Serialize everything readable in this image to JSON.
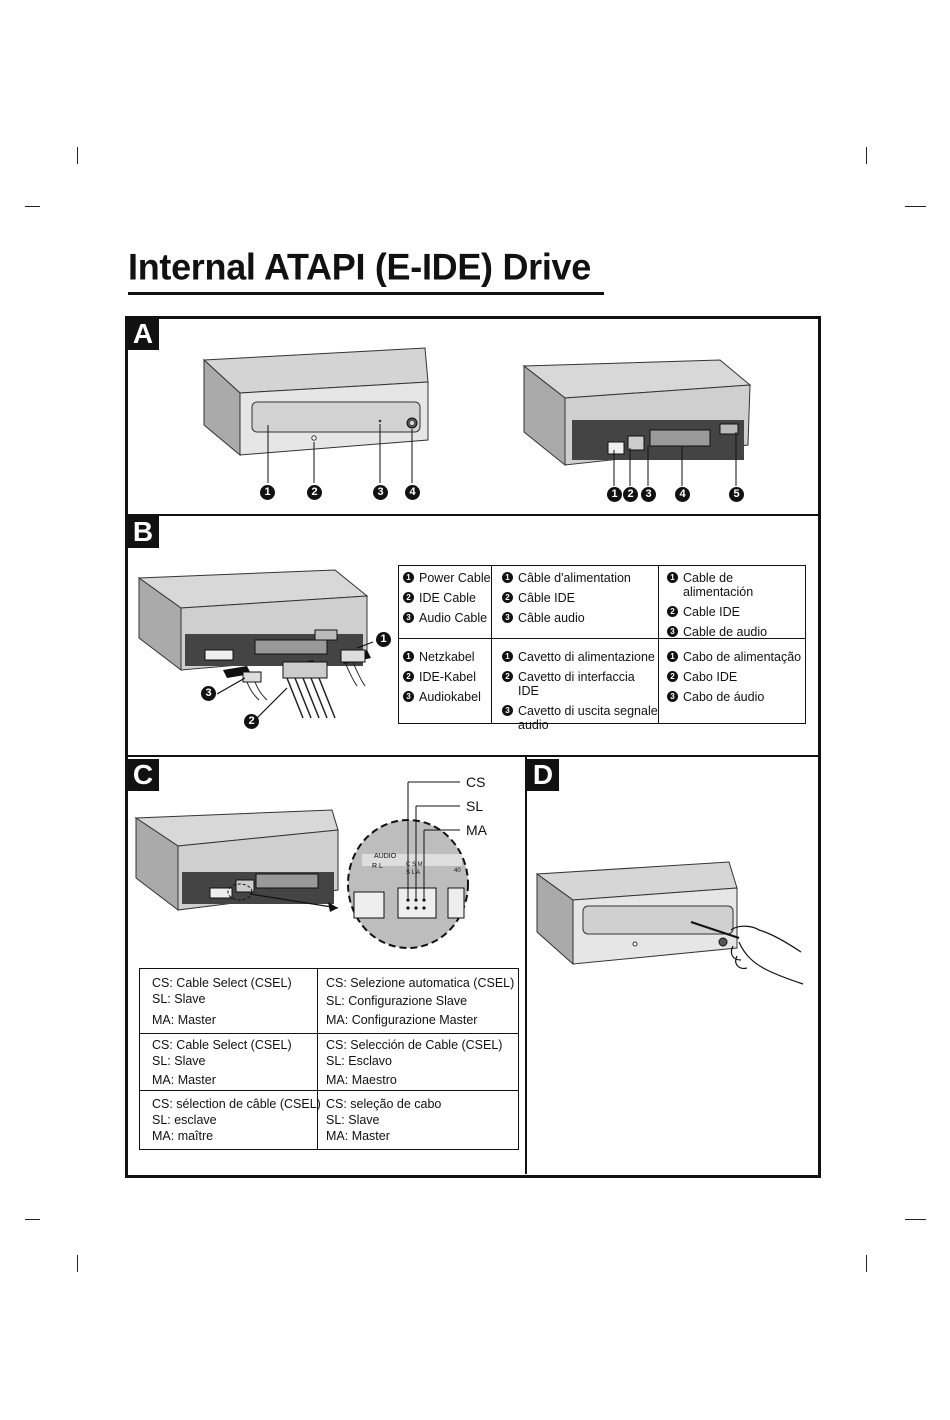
{
  "title": "Internal ATAPI (E-IDE) Drive",
  "sections": {
    "a": "A",
    "b": "B",
    "c": "C",
    "d": "D"
  },
  "callouts": {
    "n1": "1",
    "n2": "2",
    "n3": "3",
    "n4": "4",
    "n5": "5"
  },
  "cable_table": [
    {
      "cols": [
        [
          "Power Cable",
          "IDE Cable",
          "Audio Cable"
        ],
        [
          "Câble d'alimentation",
          "Câble IDE",
          "Câble audio"
        ],
        [
          "Cable de alimentación",
          "Cable IDE",
          "Cable de audio"
        ]
      ]
    },
    {
      "cols": [
        [
          "Netzkabel",
          "IDE-Kabel",
          "Audiokabel"
        ],
        [
          "Cavetto di alimentazione",
          "Cavetto di interfaccia IDE",
          "Cavetto di uscita segnale audio"
        ],
        [
          "Cabo de alimentação",
          "Cabo IDE",
          "Cabo de áudio"
        ]
      ]
    }
  ],
  "jumper_labels": {
    "cs": "CS",
    "sl": "SL",
    "ma": "MA"
  },
  "connector_print": {
    "audio": "AUDIO",
    "lr": "R L",
    "pins_top": "C S M",
    "pins_bottom": "S L A",
    "ide": "40"
  },
  "jumper_table": [
    [
      [
        "CS: Cable Select (CSEL)",
        "SL: Slave",
        "MA: Master"
      ],
      [
        "CS: Selezione automatica (CSEL)",
        "SL: Configurazione Slave",
        "MA: Configurazione Master"
      ]
    ],
    [
      [
        "CS: Cable Select (CSEL)",
        "SL: Slave",
        "MA: Master"
      ],
      [
        "CS: Selección de Cable (CSEL)",
        "SL: Esclavo",
        "MA: Maestro"
      ]
    ],
    [
      [
        "CS: sélection de câble (CSEL)",
        "SL: esclave",
        "MA: maître"
      ],
      [
        "CS: seleção de cabo",
        "SL: Slave",
        "MA: Master"
      ]
    ]
  ]
}
